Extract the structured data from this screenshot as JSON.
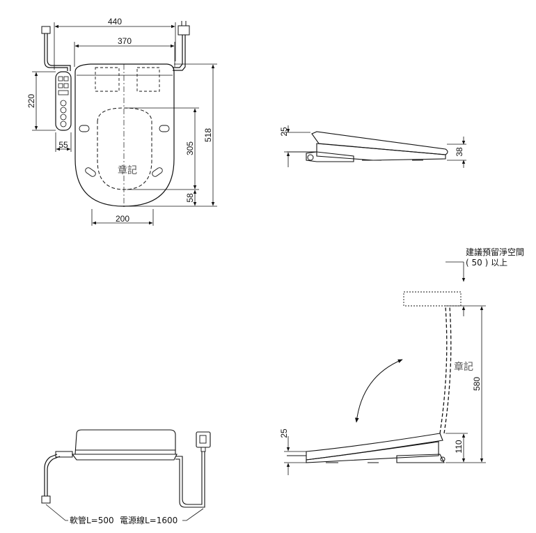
{
  "top_view": {
    "dim_width_outer": "440",
    "dim_width_inner": "370",
    "dim_panel_height": "220",
    "dim_panel_width": "55",
    "dim_length_total": "518",
    "dim_opening_length": "305",
    "dim_front_offset": "58",
    "dim_opening_width": "200",
    "stamp": "章記"
  },
  "side_view": {
    "dim_seat_height": "25",
    "dim_lid_thickness": "38"
  },
  "front_view": {
    "hose_label": "軟管L=500",
    "cord_label": "電源線L=1600"
  },
  "open_view": {
    "clearance_note_line1": "建議預留淨空間",
    "clearance_note_line2": "( 50 ) 以上",
    "dim_open_height": "580",
    "dim_hinge_height": "110",
    "dim_seat_height": "25",
    "stamp": "章記"
  },
  "colors": {
    "line": "#111111",
    "stamp": "#555555"
  }
}
